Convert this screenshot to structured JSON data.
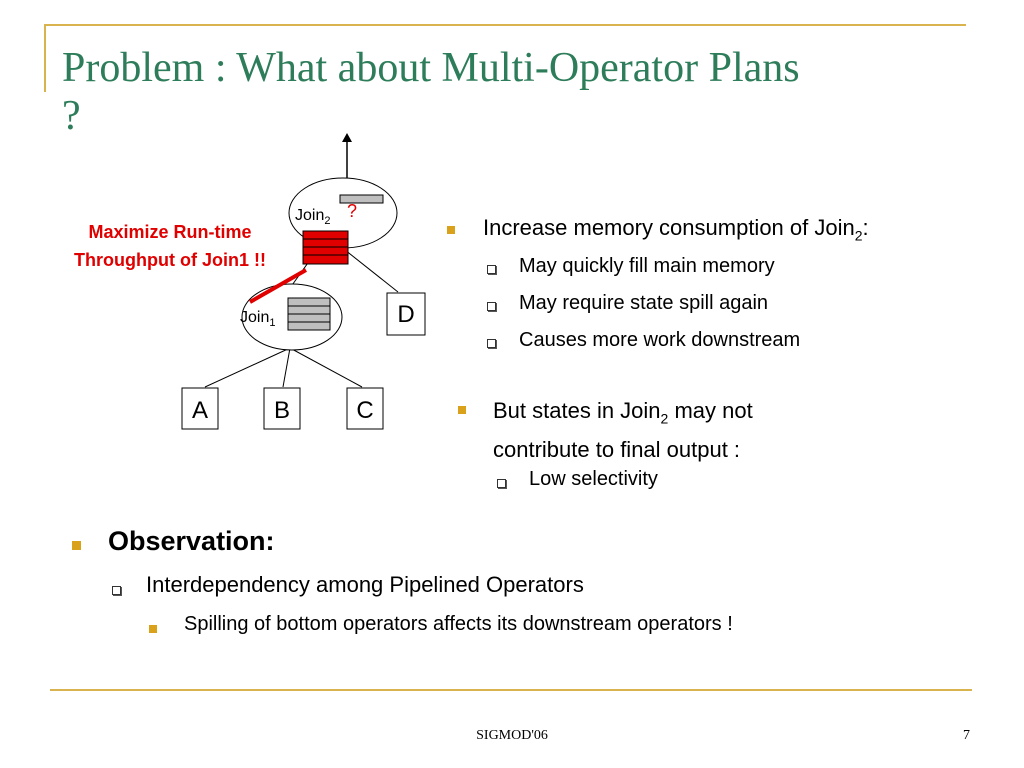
{
  "slide": {
    "title_line1": "Problem : What about Multi-Operator Plans",
    "title_line2": "?"
  },
  "diagram": {
    "join2_base": "Join",
    "join2_sub": "2",
    "join2_question": "?",
    "join1_base": "Join",
    "join1_sub": "1",
    "leaf_a": "A",
    "leaf_b": "B",
    "leaf_c": "C",
    "leaf_d": "D",
    "note_line1": "Maximize Run-time",
    "note_line2": "Throughput of Join1 !!",
    "colors": {
      "accent_red": "#e00000",
      "buffer_gray": "#bfbfbf",
      "frame_gold": "#d9b34d"
    }
  },
  "right_bullets": {
    "b1_text": "Increase memory consumption of Join",
    "b1_sub": "2",
    "b1_suffix": ":",
    "b1_items": [
      "May quickly fill main memory",
      "May require state spill again",
      "Causes more work downstream"
    ],
    "b2_line1_pre": "But states in Join",
    "b2_line1_sub": "2",
    "b2_line1_post": " may not",
    "b2_line2": "contribute to final output :",
    "b2_items": [
      "Low selectivity"
    ]
  },
  "observation": {
    "heading": "Observation:",
    "sub1": "Interdependency among Pipelined Operators",
    "sub2": "Spilling of bottom operators affects its downstream operators !"
  },
  "footer": {
    "center": "SIGMOD'06",
    "page": "7"
  }
}
